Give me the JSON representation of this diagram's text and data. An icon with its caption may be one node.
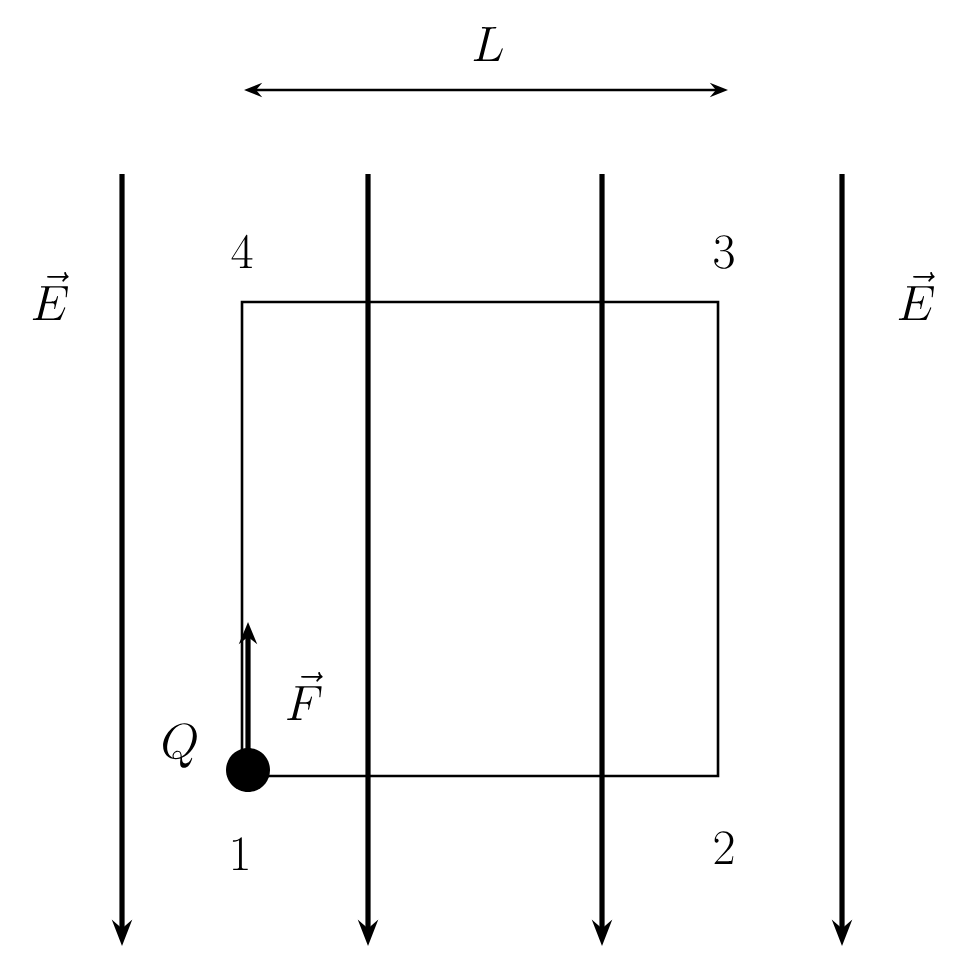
{
  "diagram": {
    "labels": [
      "L",
      "\\vec{E}",
      "4",
      "3",
      "\\vec{E}",
      "\\vec{F}",
      "Q",
      "1",
      "2"
    ]
  }
}
